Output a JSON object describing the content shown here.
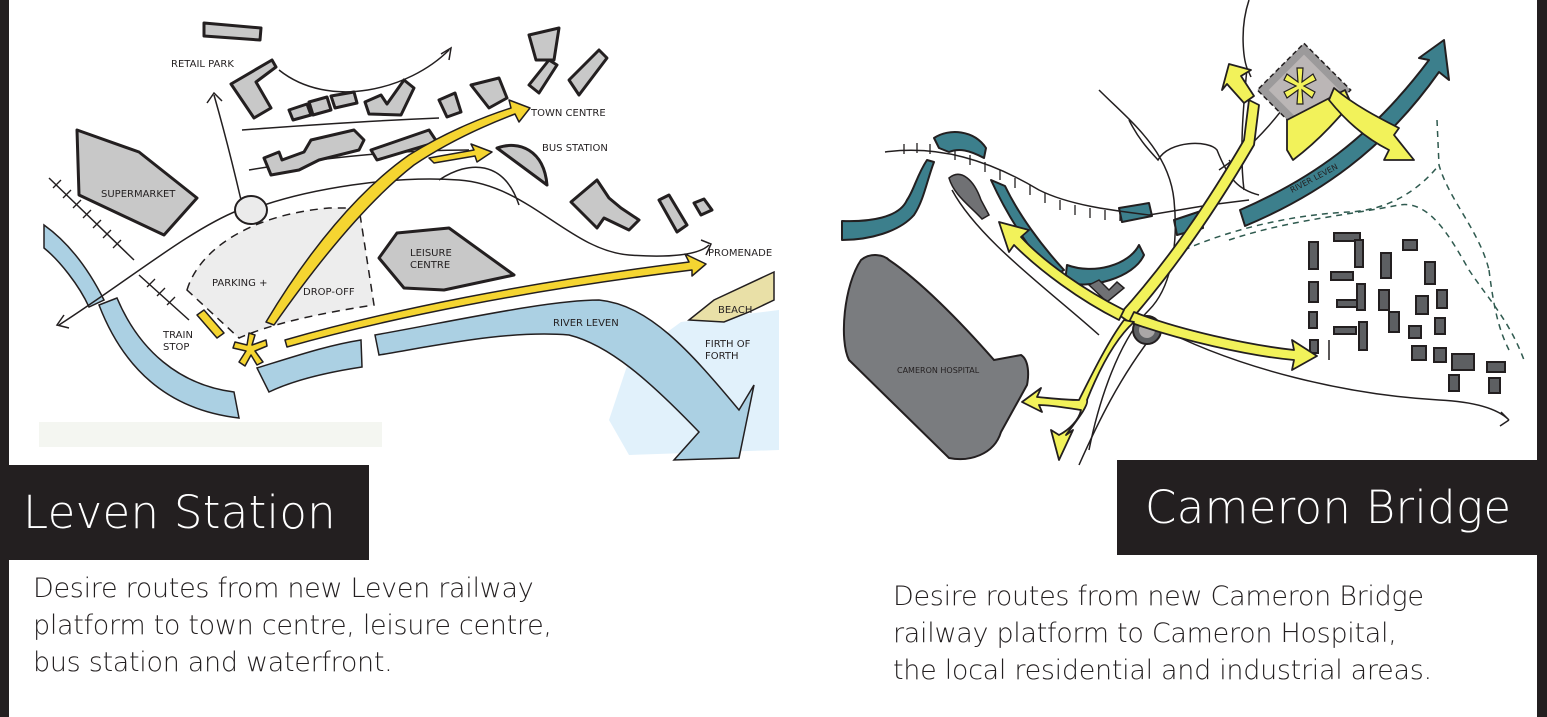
{
  "colors": {
    "frame": "#231f20",
    "building_grey": "#c8c8c8",
    "river_blue_light": "#abd0e3",
    "sea_blue_pale": "#e1f1fb",
    "route_yellow": "#f5d531",
    "route_yellow_right": "#f2f25a",
    "river_teal": "#3c7f8c",
    "hospital_grey": "#7a7c7f",
    "beach_sand": "#e9e0a7"
  },
  "panels": [
    {
      "id": "leven",
      "title": "Leven Station",
      "caption_lines": [
        "Desire routes from new Leven railway",
        "platform to town centre, leisure centre,",
        "bus station and waterfront."
      ],
      "map_labels": {
        "retail_park": "RETAIL PARK",
        "town_centre": "TOWN CENTRE",
        "bus_station": "BUS STATION",
        "supermarket": "SUPERMARKET",
        "leisure_centre_1": "LEISURE",
        "leisure_centre_2": "CENTRE",
        "parking": "PARKING +",
        "drop_off": "DROP-OFF",
        "promenade": "PROMENADE",
        "beach": "BEACH",
        "train_stop_1": "TRAIN",
        "train_stop_2": "STOP",
        "river_leven": "RIVER LEVEN",
        "firth_1": "FIRTH OF",
        "firth_2": "FORTH"
      }
    },
    {
      "id": "cameron",
      "title": "Cameron Bridge",
      "caption_lines": [
        "Desire routes from new Cameron Bridge",
        "railway platform to Cameron Hospital,",
        "the local residential and industrial areas."
      ],
      "map_labels": {
        "river_leven": "RIVER LEVEN",
        "cameron_hospital": "CAMERON HOSPITAL"
      }
    }
  ]
}
